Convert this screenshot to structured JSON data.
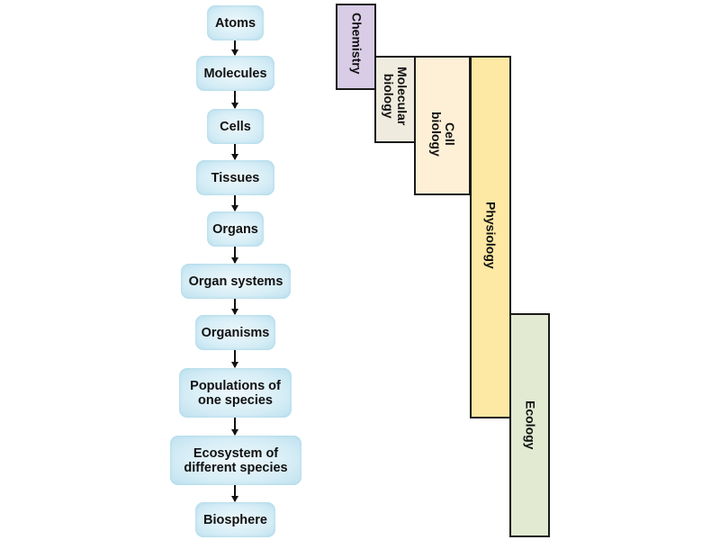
{
  "hierarchy": {
    "levels": [
      {
        "label": "Atoms"
      },
      {
        "label": "Molecules"
      },
      {
        "label": "Cells"
      },
      {
        "label": "Tissues"
      },
      {
        "label": "Organs"
      },
      {
        "label": "Organ systems"
      },
      {
        "label": "Organisms"
      },
      {
        "label": "Populations of\none species"
      },
      {
        "label": "Ecosystem of\ndifferent species"
      },
      {
        "label": "Biosphere"
      }
    ]
  },
  "fields": [
    {
      "label": "Chemistry",
      "color": "#d8cce6",
      "spans_levels": [
        "Atoms",
        "Molecules"
      ]
    },
    {
      "label": "Molecular\nbiology",
      "color": "#efebdf",
      "spans_levels": [
        "Molecules",
        "Cells"
      ]
    },
    {
      "label": "Cell\nbiology",
      "color": "#fdf0d6",
      "spans_levels": [
        "Molecules",
        "Tissues"
      ]
    },
    {
      "label": "Physiology",
      "color": "#fde8a4",
      "spans_levels": [
        "Molecules",
        "Populations of one species"
      ]
    },
    {
      "label": "Ecology",
      "color": "#e2ead2",
      "spans_levels": [
        "Organisms",
        "Biosphere"
      ]
    }
  ]
}
